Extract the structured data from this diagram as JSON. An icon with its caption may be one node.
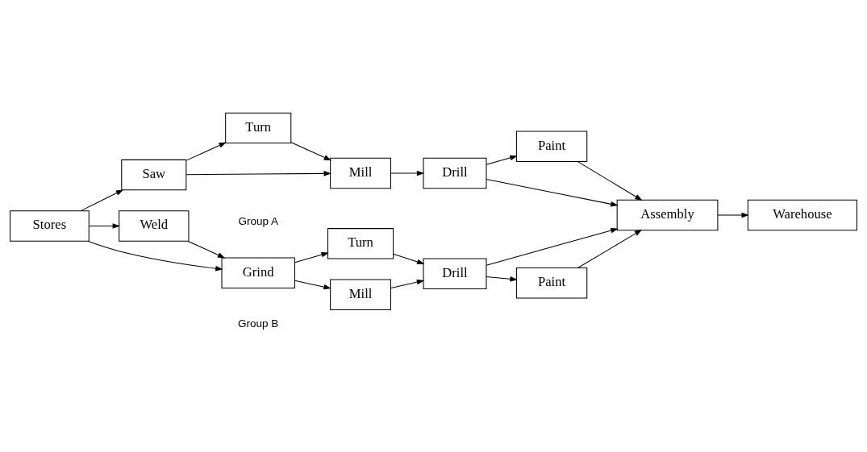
{
  "diagram": {
    "nodes": [
      {
        "text": [
          "Turn"
        ]
      },
      {
        "text": [
          "Mill"
        ]
      },
      {
        "text": [
          "Drill"
        ]
      },
      {
        "text": [
          "Stores"
        ]
      },
      {
        "text": [
          "Saw"
        ]
      },
      {
        "text": [
          "Paint"
        ]
      },
      {
        "text": [
          "Assembly"
        ]
      },
      {
        "text": [
          "Warehouse"
        ]
      },
      {
        "text": [
          "Weld"
        ]
      },
      {
        "text": [
          "Paint"
        ]
      },
      {
        "text": [
          "Turn"
        ]
      },
      {
        "text": [
          "Grind"
        ]
      },
      {
        "text": [
          "Mill"
        ]
      },
      {
        "text": [
          "Drill"
        ]
      }
    ],
    "edges": [
      {
        "from": 3,
        "to": 4,
        "arrow": "to"
      },
      {
        "from": 3,
        "to": 8,
        "arrow": "to"
      },
      {
        "from": 3,
        "to": 11,
        "arrow": "to"
      },
      {
        "from": 4,
        "to": 0,
        "arrow": "to"
      },
      {
        "from": 4,
        "to": 1,
        "arrow": "to"
      },
      {
        "from": 0,
        "to": 1,
        "arrow": "to"
      },
      {
        "from": 1,
        "to": 2,
        "arrow": "to"
      },
      {
        "from": 2,
        "to": 5,
        "arrow": "to"
      },
      {
        "from": 2,
        "to": 6,
        "arrow": "to"
      },
      {
        "from": 5,
        "to": 6,
        "arrow": "to"
      },
      {
        "from": 9,
        "to": 6,
        "arrow": "to"
      },
      {
        "from": 6,
        "to": 7,
        "arrow": "to"
      },
      {
        "from": 8,
        "to": 11,
        "arrow": "to"
      },
      {
        "from": 11,
        "to": 10,
        "arrow": "to"
      },
      {
        "from": 11,
        "to": 12,
        "arrow": "to"
      },
      {
        "from": 10,
        "to": 13,
        "arrow": "to"
      },
      {
        "from": 12,
        "to": 13,
        "arrow": "to"
      },
      {
        "from": 13,
        "to": 9,
        "arrow": "to"
      },
      {
        "from": 13,
        "to": 6,
        "arrow": "to"
      }
    ],
    "labels": [
      "Group A",
      "Group B"
    ]
  }
}
